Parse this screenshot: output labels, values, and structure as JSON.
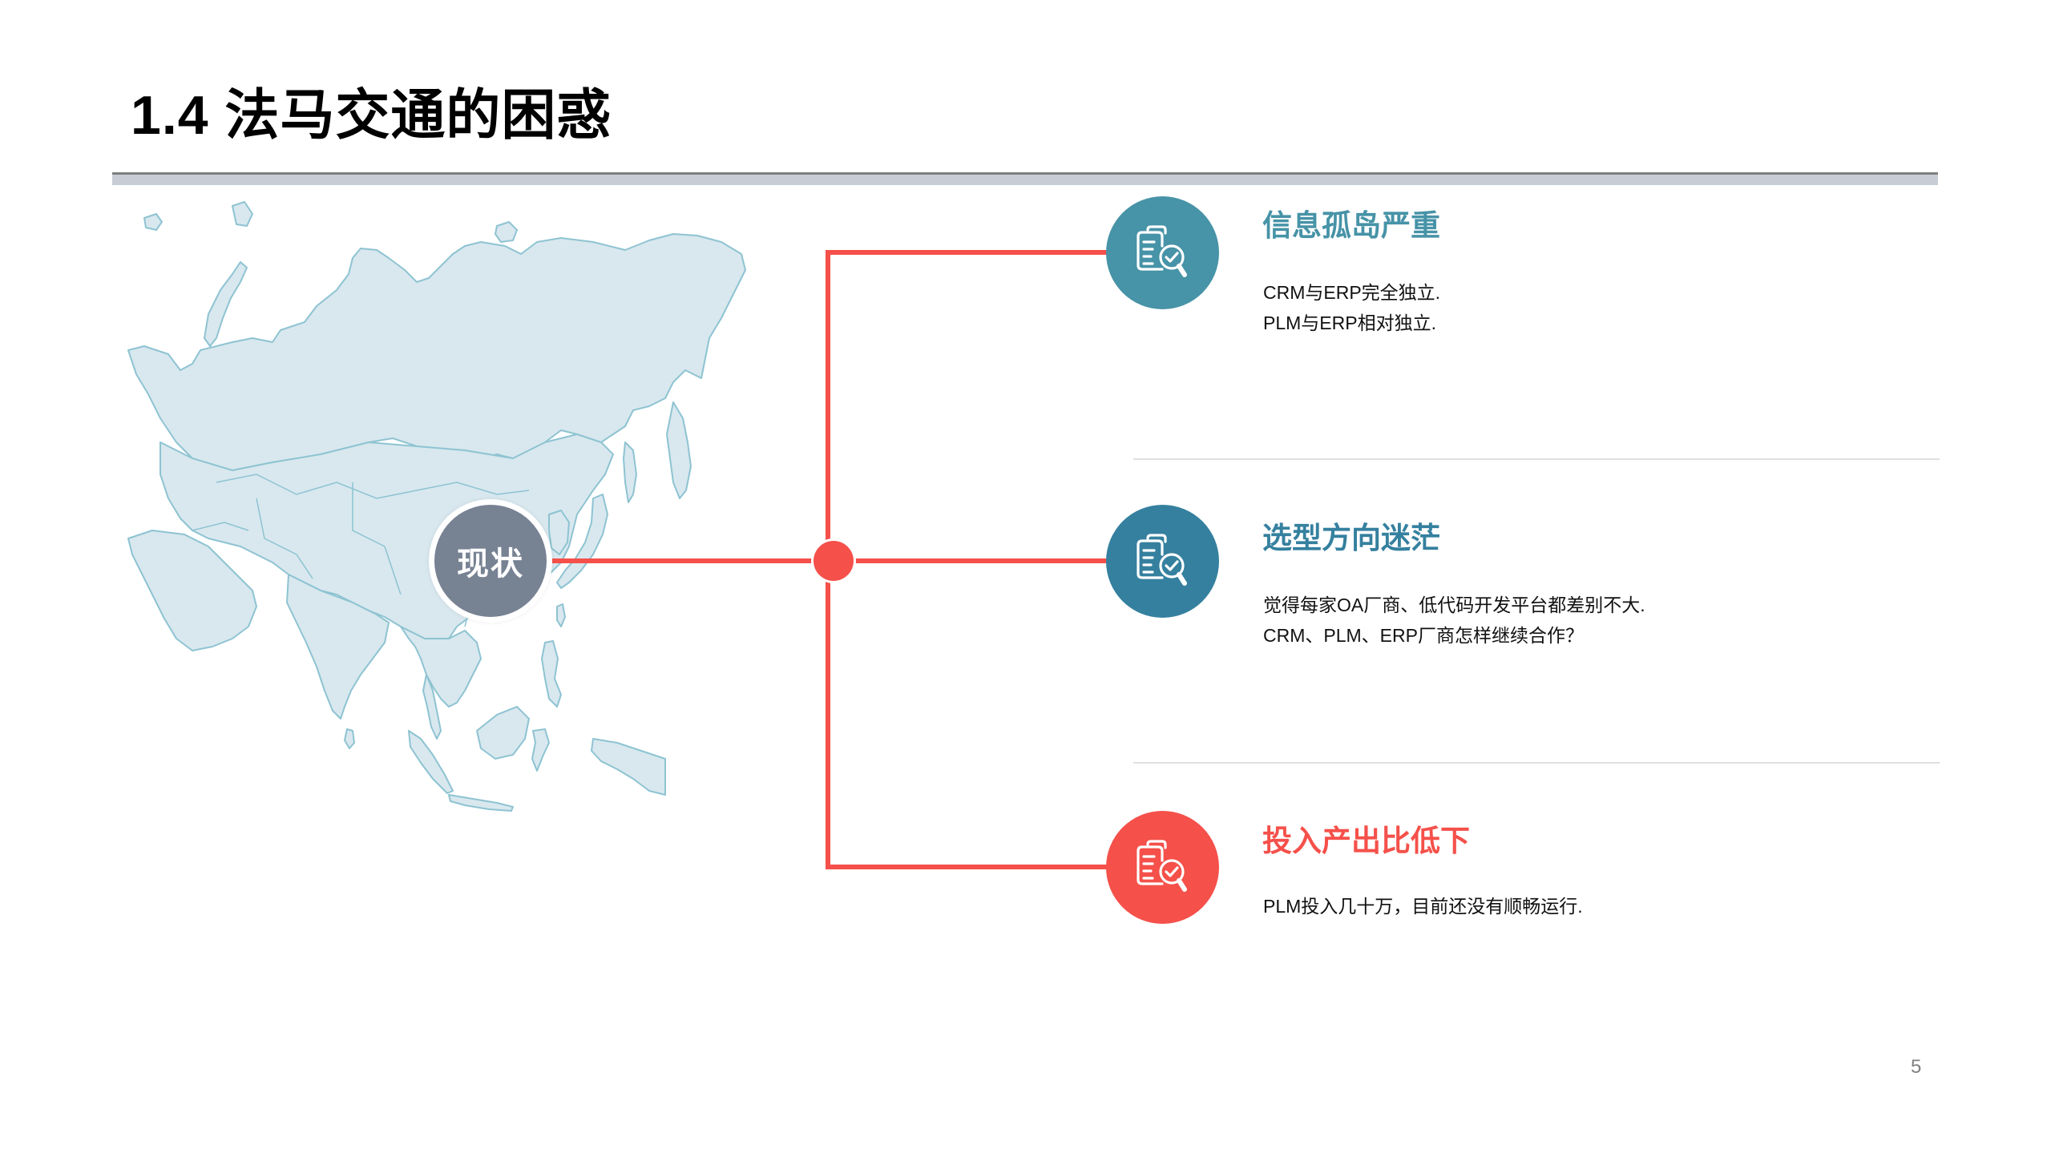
{
  "page": {
    "title": "1.4 法马交通的困惑",
    "page_number": "5"
  },
  "colors": {
    "accent_red": "#f5504a",
    "teal_1": "#4793a7",
    "teal_2": "#35809f",
    "red_3": "#f5504a",
    "node_gray": "#778293",
    "map_fill": "#d8e8ee",
    "map_stroke": "#8ec3d2",
    "header_bar": "#c8cdd5"
  },
  "map": {
    "icon": "asia-map",
    "center_node_label": "现状"
  },
  "items": [
    {
      "icon": "document-search-check-icon",
      "title": "信息孤岛严重",
      "color": "#4793a7",
      "lines": [
        "CRM与ERP完全独立.",
        "PLM与ERP相对独立."
      ]
    },
    {
      "icon": "document-search-check-icon",
      "title": "选型方向迷茫",
      "color": "#35809f",
      "lines": [
        "觉得每家OA厂商、低代码开发平台都差别不大.",
        "CRM、PLM、ERP厂商怎样继续合作？"
      ]
    },
    {
      "icon": "document-search-check-icon",
      "title": "投入产出比低下",
      "color": "#f5504a",
      "lines": [
        "PLM投入几十万，目前还没有顺畅运行."
      ]
    }
  ]
}
